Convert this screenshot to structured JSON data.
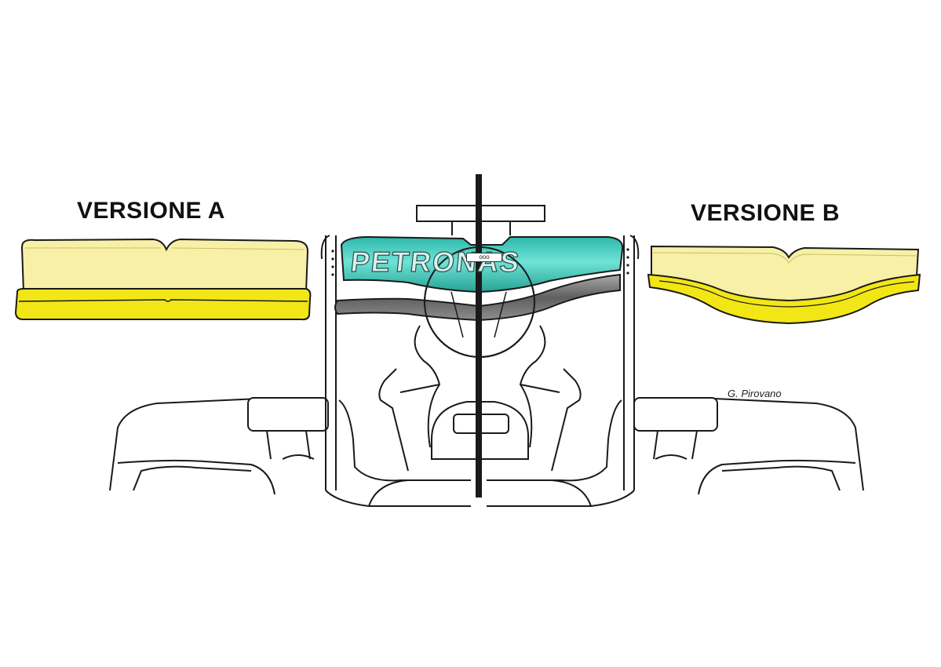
{
  "labels": {
    "version_a": "VERSIONE A",
    "version_b": "VERSIONE B"
  },
  "car": {
    "sponsor_text": "PETRONAS",
    "badge_text": "ooo"
  },
  "credit": {
    "author": "G. Pirovano"
  },
  "colors": {
    "wing_pale": "#f7f0a6",
    "wing_yellow": "#f2e616",
    "wing_teal": "#3fcfc0",
    "wing_grey": "#7c7c7c",
    "ink": "#1a1a1a"
  }
}
